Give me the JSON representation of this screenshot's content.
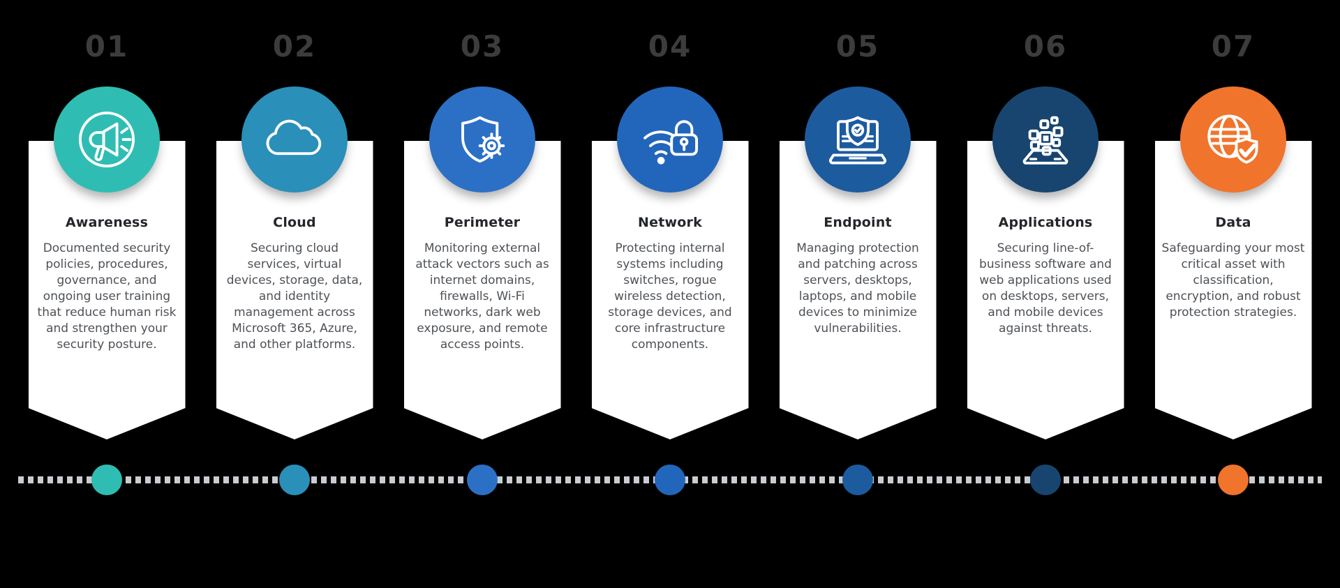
{
  "page": {
    "background_color": "#000000",
    "card_background": "#ffffff",
    "number_color": "#3c3c3c",
    "title_color": "#23262b",
    "description_color": "#4d5156",
    "dotted_line_color": "#c9ccd1"
  },
  "layers": [
    {
      "number": "01",
      "title": "Awareness",
      "icon": "megaphone-icon",
      "color": "#2fbdb3",
      "description": "Documented security policies, procedures, governance, and ongoing user training that reduce human risk and strengthen your security posture."
    },
    {
      "number": "02",
      "title": "Cloud",
      "icon": "cloud-icon",
      "color": "#2a8fb9",
      "description": "Securing cloud services, virtual devices, storage, data, and identity management across Microsoft 365, Azure, and other platforms."
    },
    {
      "number": "03",
      "title": "Perimeter",
      "icon": "shield-gear-icon",
      "color": "#2b70c5",
      "description": "Monitoring external attack vectors such as internet domains, firewalls, Wi-Fi networks, dark web exposure, and remote access points."
    },
    {
      "number": "04",
      "title": "Network",
      "icon": "wifi-lock-icon",
      "color": "#2266bb",
      "description": "Protecting internal systems including switches, rogue wireless detection, storage devices, and core infrastructure components."
    },
    {
      "number": "05",
      "title": "Endpoint",
      "icon": "laptop-shield-icon",
      "color": "#1d5b9f",
      "description": "Managing protection and patching across servers, desktops, laptops, and mobile devices to minimize vulnerabilities."
    },
    {
      "number": "06",
      "title": "Applications",
      "icon": "apps-tablet-icon",
      "color": "#17456f",
      "description": "Securing line-of-business software and web applications used on desktops, servers, and mobile devices against threats."
    },
    {
      "number": "07",
      "title": "Data",
      "icon": "globe-check-icon",
      "color": "#f0742c",
      "description": "Safeguarding your most critical asset with classification, encryption, and robust protection strategies."
    }
  ]
}
